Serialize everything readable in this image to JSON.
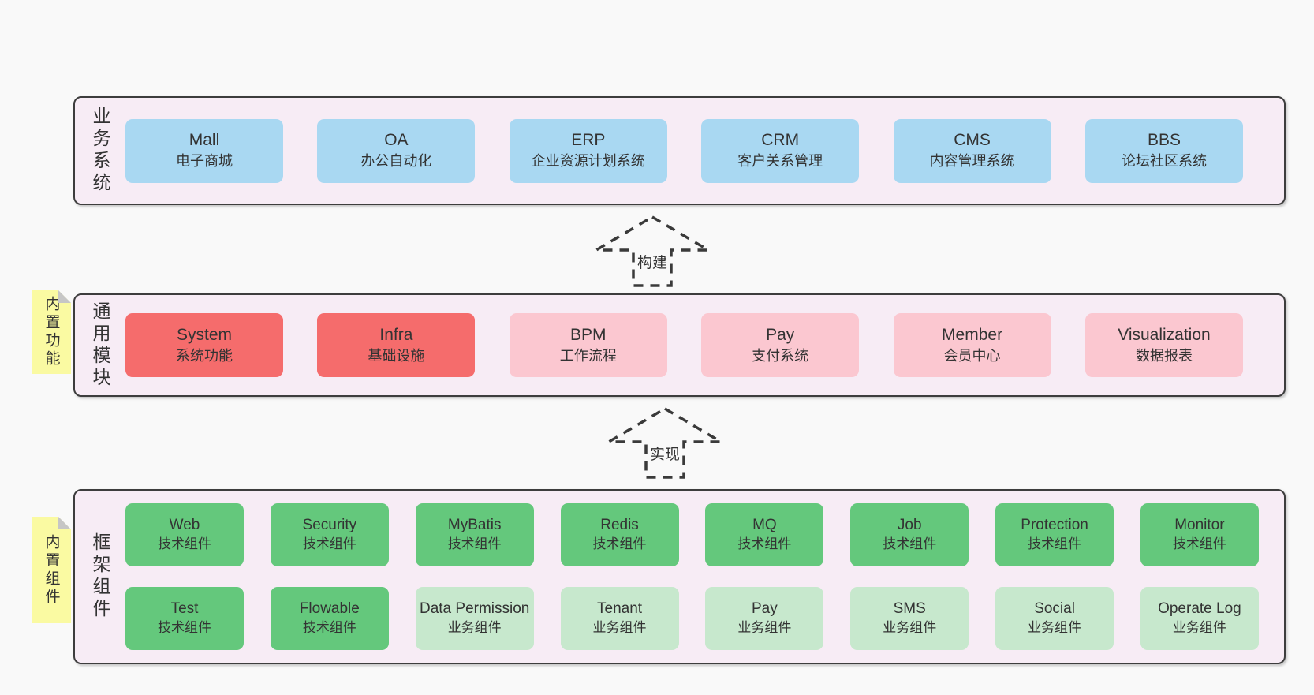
{
  "diagram": {
    "rows": [
      {
        "label": "业务系统",
        "boxes": [
          {
            "name": "Mall",
            "desc": "电子商城"
          },
          {
            "name": "OA",
            "desc": "办公自动化"
          },
          {
            "name": "ERP",
            "desc": "企业资源计划系统"
          },
          {
            "name": "CRM",
            "desc": "客户关系管理"
          },
          {
            "name": "CMS",
            "desc": "内容管理系统"
          },
          {
            "name": "BBS",
            "desc": "论坛社区系统"
          }
        ]
      },
      {
        "label": "通用模块",
        "sticky": "内置功能",
        "boxes": [
          {
            "name": "System",
            "desc": "系统功能"
          },
          {
            "name": "Infra",
            "desc": "基础设施"
          },
          {
            "name": "BPM",
            "desc": "工作流程"
          },
          {
            "name": "Pay",
            "desc": "支付系统"
          },
          {
            "name": "Member",
            "desc": "会员中心"
          },
          {
            "name": "Visualization",
            "desc": "数据报表"
          }
        ]
      },
      {
        "label": "框架组件",
        "sticky": "内置组件",
        "boxes": [
          {
            "name": "Web",
            "desc": "技术组件"
          },
          {
            "name": "Security",
            "desc": "技术组件"
          },
          {
            "name": "MyBatis",
            "desc": "技术组件"
          },
          {
            "name": "Redis",
            "desc": "技术组件"
          },
          {
            "name": "MQ",
            "desc": "技术组件"
          },
          {
            "name": "Job",
            "desc": "技术组件"
          },
          {
            "name": "Protection",
            "desc": "技术组件"
          },
          {
            "name": "Monitor",
            "desc": "技术组件"
          },
          {
            "name": "Test",
            "desc": "技术组件"
          },
          {
            "name": "Flowable",
            "desc": "技术组件"
          },
          {
            "name": "Data Permission",
            "desc": "业务组件"
          },
          {
            "name": "Tenant",
            "desc": "业务组件"
          },
          {
            "name": "Pay",
            "desc": "业务组件"
          },
          {
            "name": "SMS",
            "desc": "业务组件"
          },
          {
            "name": "Social",
            "desc": "业务组件"
          },
          {
            "name": "Operate Log",
            "desc": "业务组件"
          }
        ]
      }
    ],
    "arrows": [
      {
        "label": "构建"
      },
      {
        "label": "实现"
      }
    ],
    "colors": {
      "page_bg": "#f9f9f9",
      "panel_bg": "#f7ecf5",
      "panel_border": "#3d3d3d",
      "blue": "#a9d8f2",
      "red": "#f56c6c",
      "pink": "#fbc7d0",
      "green": "#64c87c",
      "light_green": "#c7e8cd",
      "sticky_yellow": "#fafaa2",
      "text": "#333333"
    }
  }
}
